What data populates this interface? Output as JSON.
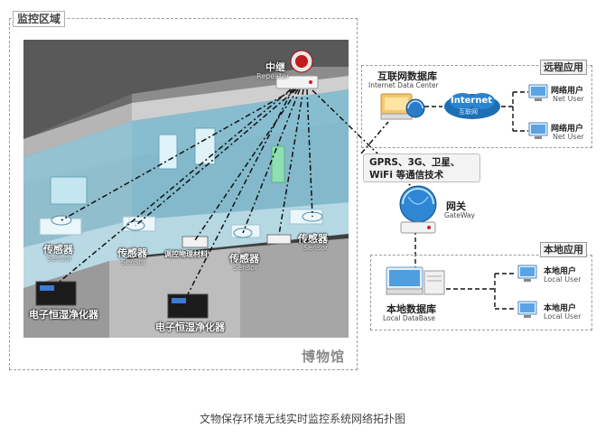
{
  "monitor_zone": {
    "title": "监控区域",
    "museum_label": "博物馆"
  },
  "repeater": {
    "label_cn": "中继",
    "label_en": "Repeater"
  },
  "sensors": [
    {
      "label_cn": "传感器",
      "label_en": "Sensor"
    },
    {
      "label_cn": "传感器",
      "label_en": "Sensor"
    },
    {
      "label_cn": "传感器",
      "label_en": "Sensor"
    },
    {
      "label_cn": "传感器",
      "label_en": "Sensor"
    }
  ],
  "humidity_material": "调控物理材料",
  "cleaners": [
    "电子恒湿净化器",
    "电子恒湿净化器"
  ],
  "remote": {
    "section_label": "远程应用",
    "db_cn": "互联网数据库",
    "db_en": "Internet Data Center",
    "cloud_en": "Internet",
    "cloud_cn": "互联网",
    "users": [
      {
        "label_cn": "网络用户",
        "label_en": "Net User"
      },
      {
        "label_cn": "网络用户",
        "label_en": "Net User"
      }
    ]
  },
  "comm": {
    "line1": "GPRS、3G、卫星、",
    "line2": "WiFi 等通信技术"
  },
  "gateway": {
    "label_cn": "网关",
    "label_en": "GateWay"
  },
  "local": {
    "section_label": "本地应用",
    "db_cn": "本地数据库",
    "db_en": "Local DataBase",
    "users": [
      {
        "label_cn": "本地用户",
        "label_en": "Local User"
      },
      {
        "label_cn": "本地用户",
        "label_en": "Local User"
      }
    ]
  },
  "caption": "文物保存环境无线实时监控系统网络拓扑图",
  "colors": {
    "glass": "#7fc4dc",
    "dash_line": "#111111",
    "accent_blue": "#1e6fb8"
  }
}
